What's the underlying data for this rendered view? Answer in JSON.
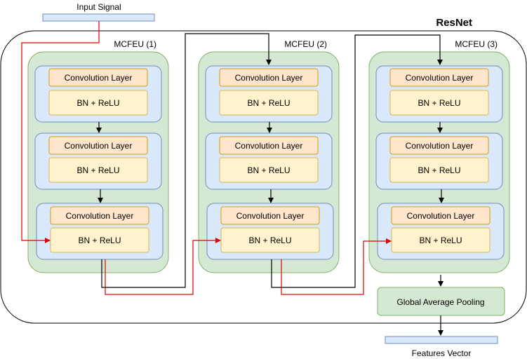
{
  "diagram": {
    "title": "ResNet",
    "input_label": "Input Signal",
    "output_label": "Features Vector",
    "pooling_label": "Global Average Pooling",
    "conv_label": "Convolution Layer",
    "bnrelu_label": "BN + ReLU",
    "units": [
      {
        "label": "MCFEU (1)"
      },
      {
        "label": "MCFEU (2)"
      },
      {
        "label": "MCFEU (3)"
      }
    ],
    "colors": {
      "unit_fill": "#d5e8d4",
      "unit_stroke": "#82b366",
      "block_fill": "#dae8fc",
      "block_stroke": "#6c8ebf",
      "conv_fill": "#ffe6cc",
      "conv_stroke": "#d79b00",
      "bn_fill": "#fff2cc",
      "bn_stroke": "#d6b656",
      "io_fill": "#dae8fc",
      "io_stroke": "#6c8ebf",
      "skip_line": "#e00000",
      "main_line": "#000000"
    }
  }
}
